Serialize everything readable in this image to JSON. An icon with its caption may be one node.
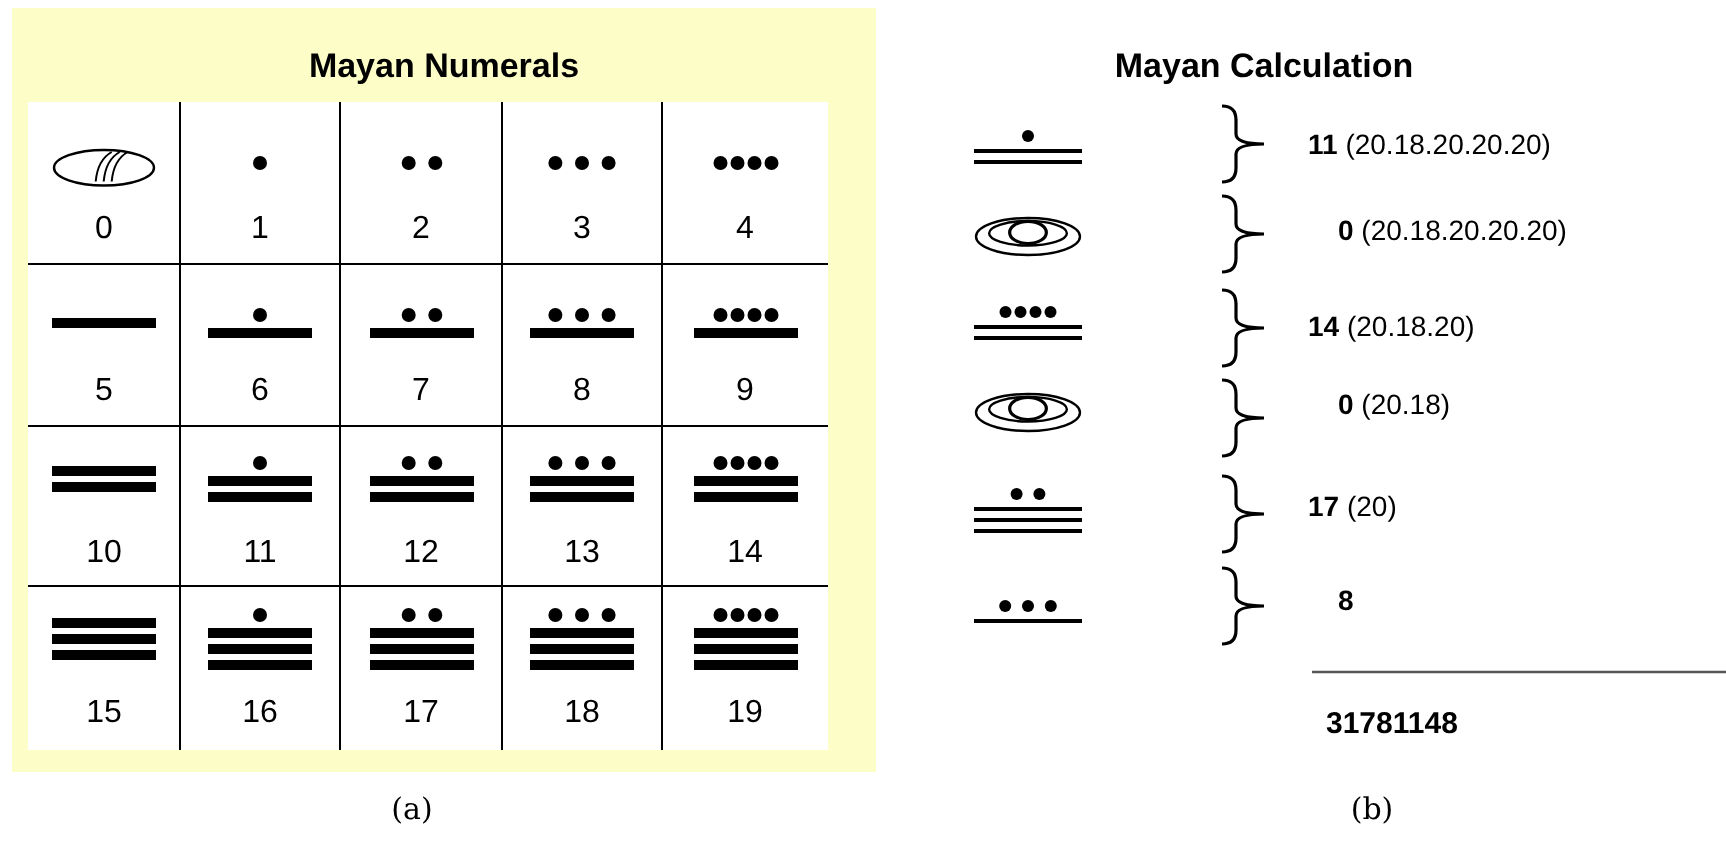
{
  "diagram": {
    "labels": [
      "Mayan Numerals",
      "0",
      "1",
      "2",
      "3",
      "4",
      "5",
      "6",
      "7",
      "8",
      "9",
      "10",
      "11",
      "12",
      "13",
      "14",
      "15",
      "16",
      "17",
      "18",
      "19",
      "(a)",
      "Mayan Calculation",
      "**11** (20.18.20.20.20)",
      "**0** (20.18.20.20.20)",
      "**14** (20.18.20)",
      "**0** (20.18)",
      "**17** (20)",
      "8",
      "31781148",
      "(b)"
    ]
  }
}
